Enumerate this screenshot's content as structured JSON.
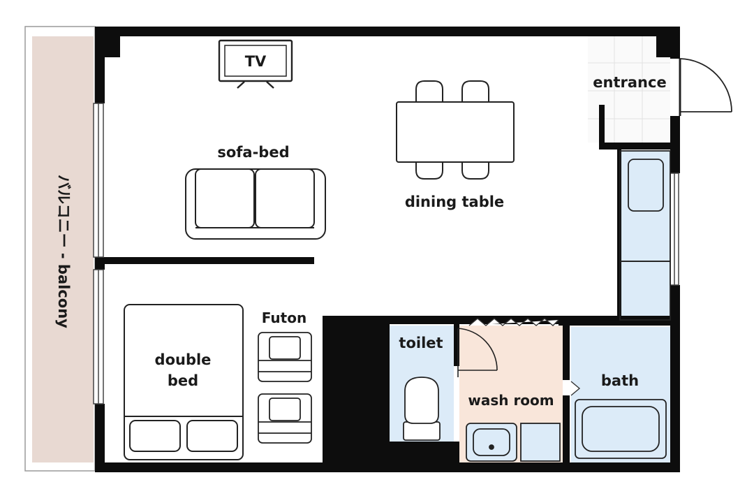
{
  "labels": {
    "tv": "TV",
    "entrance": "entrance",
    "sofa_bed": "sofa-bed",
    "dining_table": "dining table",
    "balcony": "バルコニー - balcony",
    "futon": "Futon",
    "double_bed_line1": "double",
    "double_bed_line2": "bed",
    "toilet": "toilet",
    "wash_room": "wash room",
    "bath": "bath"
  },
  "colors": {
    "wall": "#0d0d0d",
    "balcony": "#e8d9d2",
    "wet_area": "#dcebf8",
    "wash_room": "#f9e6da",
    "entrance_tile": "#fafafa",
    "floor": "#ffffff"
  }
}
